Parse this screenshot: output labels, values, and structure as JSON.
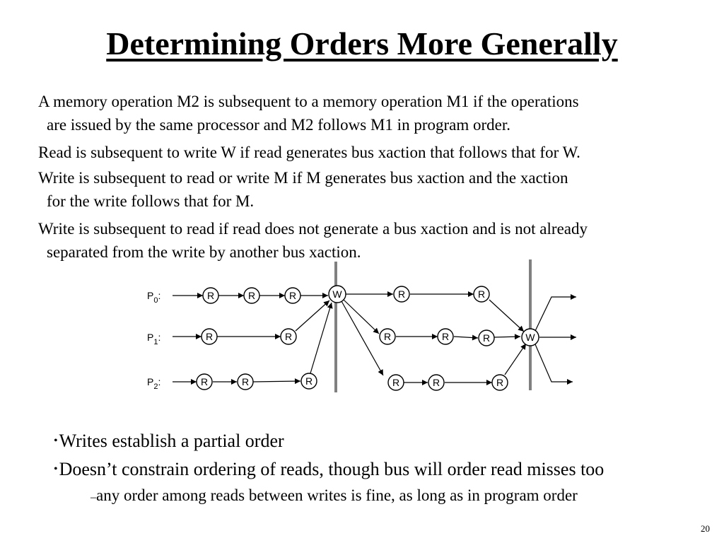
{
  "slide": {
    "title": "Determining Orders More Generally",
    "page_number": "20"
  },
  "rules": [
    {
      "first": "A memory operation M2 is subsequent to a memory operation M1 if the operations",
      "cont": "are issued by the same processor and M2 follows M1 in program order."
    },
    {
      "first": "Read is subsequent to write W if read generates bus xaction that follows that for W.",
      "cont": ""
    },
    {
      "first": "Write is subsequent to read or write M if  M generates bus xaction and the xaction",
      "cont": "for the write follows that for M."
    },
    {
      "first": "Write is subsequent to read if read does not generate a bus xaction and is not already",
      "cont": "separated from the write by another bus xaction."
    }
  ],
  "bullets": [
    {
      "marker": "•",
      "text": "Writes establish a partial order"
    },
    {
      "marker": "•",
      "text": "Doesn’t constrain ordering of reads, though bus will order read misses too"
    }
  ],
  "sub_bullets": [
    {
      "marker": "–",
      "text": "any order among reads between writes is fine, as long as in program order"
    }
  ],
  "diagram": {
    "processors": [
      {
        "base": "P",
        "sub": "0",
        "colon": ":"
      },
      {
        "base": "P",
        "sub": "1",
        "colon": ":"
      },
      {
        "base": "P",
        "sub": "2",
        "colon": ":"
      }
    ],
    "read_label": "R",
    "write_label": "W"
  }
}
